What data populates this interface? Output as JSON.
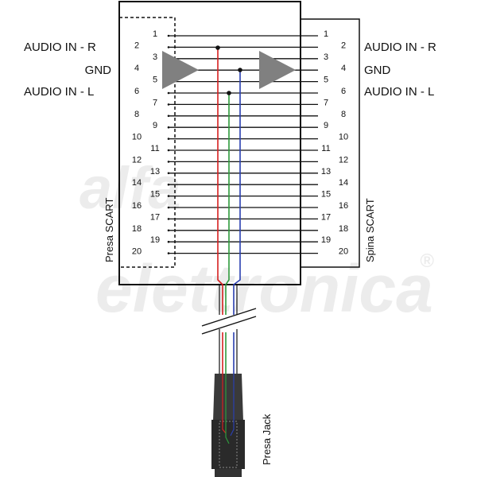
{
  "watermark": {
    "line1": "alfa",
    "line2": "elettronica",
    "mark": "®"
  },
  "left_labels": {
    "audio_in_r": "AUDIO IN - R",
    "gnd": "GND",
    "audio_in_l": "AUDIO IN - L"
  },
  "right_labels": {
    "audio_in_r": "AUDIO IN - R",
    "gnd": "GND",
    "audio_in_l": "AUDIO IN - L"
  },
  "presa_scart": "Presa SCART",
  "spina_scart": "Spina SCART",
  "presa_jack": "Presa Jack",
  "pins": [
    "1",
    "2",
    "3",
    "4",
    "5",
    "6",
    "7",
    "8",
    "9",
    "10",
    "11",
    "12",
    "13",
    "14",
    "15",
    "16",
    "17",
    "18",
    "19",
    "20"
  ],
  "colors": {
    "line": "#111111",
    "triangle": "#808080",
    "wire_red": "#d62020",
    "wire_green": "#2e9a3c",
    "wire_blue": "#2a3fb0",
    "watermark": "#ececec"
  }
}
